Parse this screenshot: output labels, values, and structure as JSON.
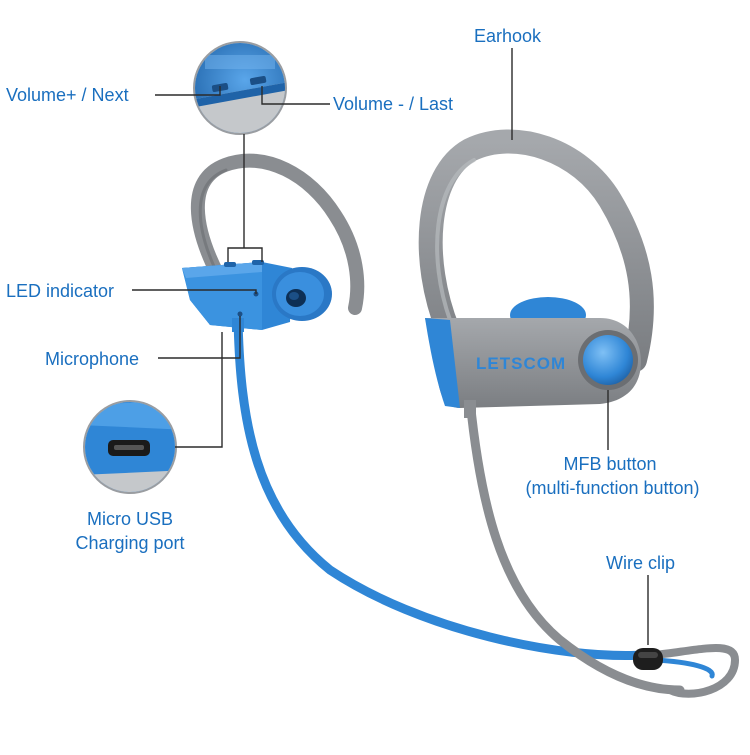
{
  "labels": {
    "volume_up": "Volume+ / Next",
    "volume_down": "Volume - / Last",
    "earhook": "Earhook",
    "led": "LED indicator",
    "microphone": "Microphone",
    "usb_line1": "Micro USB",
    "usb_line2": "Charging port",
    "mfb_line1": "MFB button",
    "mfb_line2": "(multi-function button)",
    "wire_clip": "Wire clip",
    "brand": "LETSCOM"
  },
  "colors": {
    "text": "#1a6fbf",
    "leader": "#2b2b2b",
    "gray": "#8a8d91",
    "gray_dark": "#6b6e72",
    "blue": "#2f86d6",
    "blue_dark": "#1f63a8",
    "background": "#ffffff"
  },
  "icons": [
    "earbud-left",
    "earbud-right",
    "volume-buttons-zoom",
    "micro-usb-port-zoom",
    "mfb-button",
    "wire-clip"
  ]
}
